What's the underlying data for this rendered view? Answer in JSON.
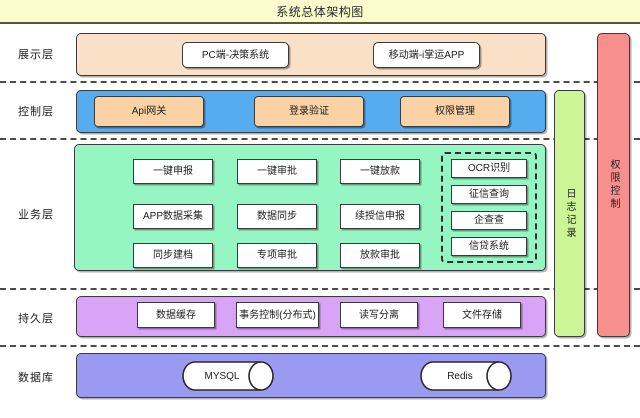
{
  "title": "系统总体架构图",
  "colors": {
    "title_bg": "#fbfbcd",
    "presentation": "#fbe0c8",
    "control": "#55adf0",
    "business": "#95f5c3",
    "persistence": "#d9a4f7",
    "database": "#9a9af0",
    "log_bar": "#ccf597",
    "auth_bar": "#f78f8f",
    "control_node": "#fbd2a5",
    "node_bg": "#ffffff",
    "border": "#3a3a3a"
  },
  "rows": [
    {
      "label": "展示层"
    },
    {
      "label": "控制层"
    },
    {
      "label": "业务层"
    },
    {
      "label": "持久层"
    },
    {
      "label": "数据库"
    }
  ],
  "presentation": {
    "label": "展示层",
    "nodes": [
      {
        "label": "PC端-决策系统"
      },
      {
        "label": "移动端-i掌运APP"
      }
    ]
  },
  "control": {
    "label": "控制层",
    "nodes": [
      {
        "label": "Api网关"
      },
      {
        "label": "登录验证"
      },
      {
        "label": "权限管理"
      }
    ]
  },
  "business": {
    "label": "业务层",
    "grid": [
      {
        "label": "一键申报"
      },
      {
        "label": "一键审批"
      },
      {
        "label": "一键放款"
      },
      {
        "label": "APP数据采集"
      },
      {
        "label": "数据同步"
      },
      {
        "label": "续授信申报"
      },
      {
        "label": "同步建档"
      },
      {
        "label": "专项审批"
      },
      {
        "label": "放款审批"
      }
    ],
    "external_group": [
      {
        "label": "OCR识别"
      },
      {
        "label": "征信查询"
      },
      {
        "label": "企查查"
      },
      {
        "label": "信贷系统"
      }
    ]
  },
  "persistence": {
    "label": "持久层",
    "nodes": [
      {
        "label": "数据缓存"
      },
      {
        "label": "事务控制(分布式)"
      },
      {
        "label": "读写分离"
      },
      {
        "label": "文件存储"
      }
    ]
  },
  "database": {
    "label": "数据库",
    "nodes": [
      {
        "label": "MYSQL"
      },
      {
        "label": "Redis"
      }
    ]
  },
  "side_bars": [
    {
      "label": "日志记录",
      "name": "log-record-bar"
    },
    {
      "label": "权限控制",
      "name": "access-control-bar"
    }
  ]
}
